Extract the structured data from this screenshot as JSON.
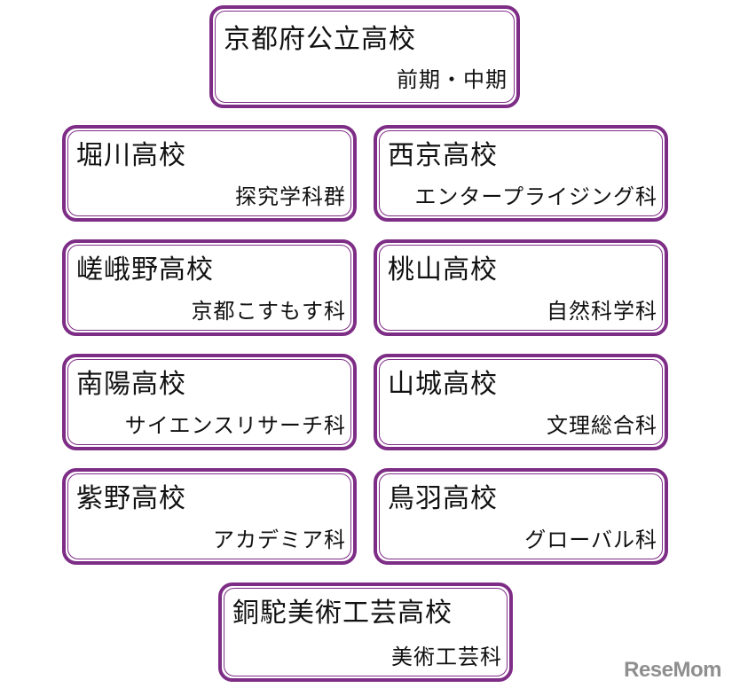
{
  "top": {
    "title": "京都府公立高校",
    "subtitle": "前期・中期"
  },
  "schools": [
    {
      "name": "堀川高校",
      "course": "探究学科群"
    },
    {
      "name": "西京高校",
      "course": "エンタープライジング科"
    },
    {
      "name": "嵯峨野高校",
      "course": "京都こすもす科"
    },
    {
      "name": "桃山高校",
      "course": "自然科学科"
    },
    {
      "name": "南陽高校",
      "course": "サイエンスリサーチ科"
    },
    {
      "name": "山城高校",
      "course": "文理総合科"
    },
    {
      "name": "紫野高校",
      "course": "アカデミア科"
    },
    {
      "name": "鳥羽高校",
      "course": "グローバル科"
    },
    {
      "name": "銅駝美術工芸高校",
      "course": "美術工芸科"
    }
  ],
  "watermark": "ReseMom",
  "colors": {
    "border": "#7e2d86",
    "text": "#111111",
    "watermark": "#8f8f8f"
  }
}
